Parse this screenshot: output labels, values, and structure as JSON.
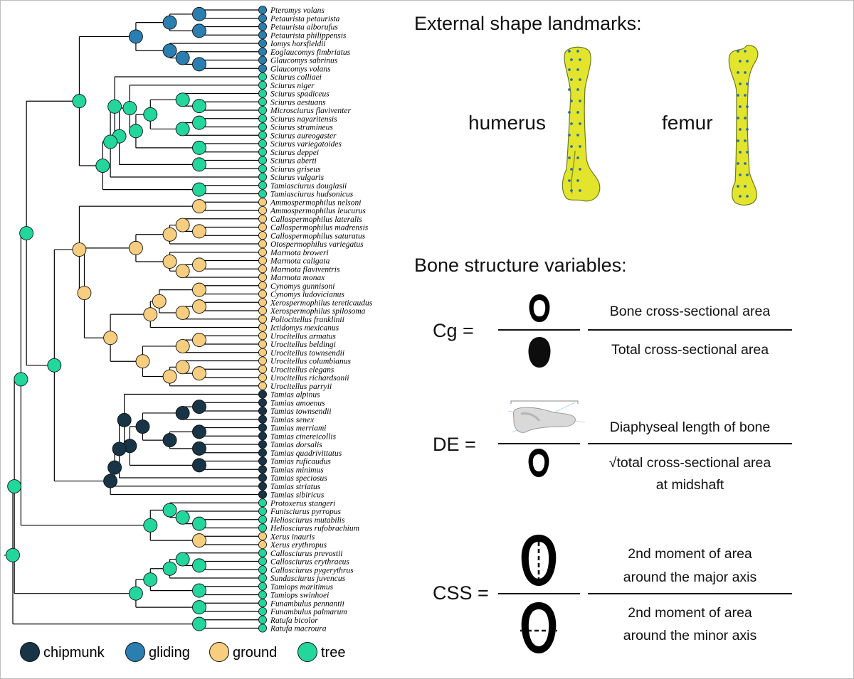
{
  "colors": {
    "chipmunk": "#173547",
    "gliding": "#2a7fb0",
    "ground": "#f7cd7f",
    "tree": "#22d69c",
    "bone": "#e3e52c",
    "landmark": "#2d70a0"
  },
  "legend": [
    {
      "key": "chipmunk",
      "label": "chipmunk"
    },
    {
      "key": "gliding",
      "label": "gliding"
    },
    {
      "key": "ground",
      "label": "ground"
    },
    {
      "key": "tree",
      "label": "tree"
    }
  ],
  "species": [
    {
      "name": "Pteromys volans",
      "cat": "gliding"
    },
    {
      "name": "Petaurista petaurista",
      "cat": "gliding"
    },
    {
      "name": "Petaurista alborufus",
      "cat": "gliding"
    },
    {
      "name": "Petaurista philippensis",
      "cat": "gliding"
    },
    {
      "name": "Iomys horsfieldii",
      "cat": "gliding"
    },
    {
      "name": "Eoglaucomys fimbriatus",
      "cat": "gliding"
    },
    {
      "name": "Glaucomys sabrinus",
      "cat": "gliding"
    },
    {
      "name": "Glaucomys volans",
      "cat": "gliding"
    },
    {
      "name": "Sciurus colliaei",
      "cat": "tree"
    },
    {
      "name": "Sciurus niger",
      "cat": "tree"
    },
    {
      "name": "Sciurus spadiceus",
      "cat": "tree"
    },
    {
      "name": "Sciurus aestuans",
      "cat": "tree"
    },
    {
      "name": "Microsciurus flaviventer",
      "cat": "tree"
    },
    {
      "name": "Sciurus nayaritensis",
      "cat": "tree"
    },
    {
      "name": "Sciurus stramineus",
      "cat": "tree"
    },
    {
      "name": "Sciurus aureogaster",
      "cat": "tree"
    },
    {
      "name": "Sciurus variegatoides",
      "cat": "tree"
    },
    {
      "name": "Sciurus deppei",
      "cat": "tree"
    },
    {
      "name": "Sciurus aberti",
      "cat": "tree"
    },
    {
      "name": "Sciurus griseus",
      "cat": "tree"
    },
    {
      "name": "Sciurus vulgaris",
      "cat": "tree"
    },
    {
      "name": "Tamiasciurus douglasii",
      "cat": "tree"
    },
    {
      "name": "Tamiasciurus hudsonicus",
      "cat": "tree"
    },
    {
      "name": "Ammospermophilus nelsoni",
      "cat": "ground"
    },
    {
      "name": "Ammospermophilus leucurus",
      "cat": "ground"
    },
    {
      "name": "Callospermophilus lateralis",
      "cat": "ground"
    },
    {
      "name": "Callospermophilus madrensis",
      "cat": "ground"
    },
    {
      "name": "Callospermophilus saturatus",
      "cat": "ground"
    },
    {
      "name": "Otospermophilus variegatus",
      "cat": "ground"
    },
    {
      "name": "Marmota broweri",
      "cat": "ground"
    },
    {
      "name": "Marmota caligata",
      "cat": "ground"
    },
    {
      "name": "Marmota flaviventris",
      "cat": "ground"
    },
    {
      "name": "Marmota monax",
      "cat": "ground"
    },
    {
      "name": "Cynomys gunnisoni",
      "cat": "ground"
    },
    {
      "name": "Cynomys ludovicianus",
      "cat": "ground"
    },
    {
      "name": "Xerospermophilus tereticaudus",
      "cat": "ground"
    },
    {
      "name": "Xerospermophilus spilosoma",
      "cat": "ground"
    },
    {
      "name": "Poliocitellus franklinii",
      "cat": "ground"
    },
    {
      "name": "Ictidomys mexicanus",
      "cat": "ground"
    },
    {
      "name": "Urocitellus armatus",
      "cat": "ground"
    },
    {
      "name": "Urocitellus beldingi",
      "cat": "ground"
    },
    {
      "name": "Urocitellus townsendii",
      "cat": "ground"
    },
    {
      "name": "Urocitellus columbianus",
      "cat": "ground"
    },
    {
      "name": "Urocitellus elegans",
      "cat": "ground"
    },
    {
      "name": "Urocitellus richardsonii",
      "cat": "ground"
    },
    {
      "name": "Urocitellus parryii",
      "cat": "ground"
    },
    {
      "name": "Tamias alpinus",
      "cat": "chipmunk"
    },
    {
      "name": "Tamias amoenus",
      "cat": "chipmunk"
    },
    {
      "name": "Tamias townsendii",
      "cat": "chipmunk"
    },
    {
      "name": "Tamias senex",
      "cat": "chipmunk"
    },
    {
      "name": "Tamias merriami",
      "cat": "chipmunk"
    },
    {
      "name": "Tamias cinereicollis",
      "cat": "chipmunk"
    },
    {
      "name": "Tamias dorsalis",
      "cat": "chipmunk"
    },
    {
      "name": "Tamias quadrivittatus",
      "cat": "chipmunk"
    },
    {
      "name": "Tamias ruficaudus",
      "cat": "chipmunk"
    },
    {
      "name": "Tamias minimus",
      "cat": "chipmunk"
    },
    {
      "name": "Tamias speciosus",
      "cat": "chipmunk"
    },
    {
      "name": "Tamias striatus",
      "cat": "chipmunk"
    },
    {
      "name": "Tamias sibiricus",
      "cat": "chipmunk"
    },
    {
      "name": "Protoxerus stangeri",
      "cat": "tree"
    },
    {
      "name": "Funisciurus pyrropus",
      "cat": "tree"
    },
    {
      "name": "Heliosciurus mutabilis",
      "cat": "tree"
    },
    {
      "name": "Heliosciurus rufobrachium",
      "cat": "tree"
    },
    {
      "name": "Xerus inauris",
      "cat": "ground"
    },
    {
      "name": "Xerus erythropus",
      "cat": "ground"
    },
    {
      "name": "Callosciurus prevostii",
      "cat": "tree"
    },
    {
      "name": "Callosciurus erythraeus",
      "cat": "tree"
    },
    {
      "name": "Callosciurus pygerythrus",
      "cat": "tree"
    },
    {
      "name": "Sundasciurus juvencus",
      "cat": "tree"
    },
    {
      "name": "Tamiops maritimus",
      "cat": "tree"
    },
    {
      "name": "Tamiops swinhoei",
      "cat": "tree"
    },
    {
      "name": "Funambulus pennantii",
      "cat": "tree"
    },
    {
      "name": "Funambulus palmarum",
      "cat": "tree"
    },
    {
      "name": "Ratufa bicolor",
      "cat": "tree"
    },
    {
      "name": "Ratufa macroura",
      "cat": "tree"
    }
  ],
  "tree": {
    "nodes": [
      {
        "id": "n1",
        "children": [
          0,
          1
        ],
        "cat": "gliding"
      },
      {
        "id": "n2",
        "children": [
          2,
          3
        ],
        "cat": "gliding"
      },
      {
        "id": "n3",
        "children": [
          "n1",
          "n2"
        ],
        "cat": "gliding"
      },
      {
        "id": "n4",
        "children": [
          6,
          7
        ],
        "cat": "gliding"
      },
      {
        "id": "n5",
        "children": [
          5,
          "n4"
        ],
        "cat": "gliding"
      },
      {
        "id": "n6",
        "children": [
          4,
          "n5"
        ],
        "cat": "gliding"
      },
      {
        "id": "n7",
        "children": [
          "n3",
          "n6"
        ],
        "cat": "gliding"
      },
      {
        "id": "s1",
        "children": [
          11,
          12
        ],
        "cat": "tree"
      },
      {
        "id": "s2",
        "children": [
          10,
          "s1"
        ],
        "cat": "tree"
      },
      {
        "id": "s3",
        "children": [
          13,
          14
        ],
        "cat": "tree"
      },
      {
        "id": "s4",
        "children": [
          "s3",
          15
        ],
        "cat": "tree"
      },
      {
        "id": "s5",
        "children": [
          "s2",
          "s4"
        ],
        "cat": "tree"
      },
      {
        "id": "s6",
        "children": [
          16,
          17
        ],
        "cat": "tree"
      },
      {
        "id": "s7",
        "children": [
          "s5",
          "s6"
        ],
        "cat": "tree"
      },
      {
        "id": "s8",
        "children": [
          9,
          "s7"
        ],
        "cat": "tree"
      },
      {
        "id": "s9",
        "children": [
          18,
          19
        ],
        "cat": "tree"
      },
      {
        "id": "s10",
        "children": [
          "s8",
          "s9"
        ],
        "cat": "tree"
      },
      {
        "id": "s11",
        "children": [
          8,
          "s10"
        ],
        "cat": "tree"
      },
      {
        "id": "s12",
        "children": [
          "s11",
          20
        ],
        "cat": "tree"
      },
      {
        "id": "s13",
        "children": [
          21,
          22
        ],
        "cat": "tree"
      },
      {
        "id": "s14",
        "children": [
          "s12",
          "s13"
        ],
        "cat": "tree"
      },
      {
        "id": "n8",
        "children": [
          "n7",
          "s14"
        ],
        "cat": "tree"
      },
      {
        "id": "g1",
        "children": [
          23,
          24
        ],
        "cat": "ground"
      },
      {
        "id": "g2",
        "children": [
          26,
          27
        ],
        "cat": "ground"
      },
      {
        "id": "g3",
        "children": [
          25,
          "g2"
        ],
        "cat": "ground"
      },
      {
        "id": "g4",
        "children": [
          "g3",
          28
        ],
        "cat": "ground"
      },
      {
        "id": "g5",
        "children": [
          30,
          31
        ],
        "cat": "ground"
      },
      {
        "id": "g6",
        "children": [
          "g5",
          32
        ],
        "cat": "ground"
      },
      {
        "id": "g7",
        "children": [
          29,
          "g6"
        ],
        "cat": "ground"
      },
      {
        "id": "g8",
        "children": [
          "g4",
          "g7"
        ],
        "cat": "ground"
      },
      {
        "id": "g9",
        "children": [
          33,
          34
        ],
        "cat": "ground"
      },
      {
        "id": "g10",
        "children": [
          35,
          36
        ],
        "cat": "ground"
      },
      {
        "id": "g11",
        "children": [
          "g10",
          37
        ],
        "cat": "ground"
      },
      {
        "id": "g12",
        "children": [
          "g9",
          "g11"
        ],
        "cat": "ground"
      },
      {
        "id": "g13",
        "children": [
          "g12",
          38
        ],
        "cat": "ground"
      },
      {
        "id": "g14",
        "children": [
          39,
          40
        ],
        "cat": "ground"
      },
      {
        "id": "g15",
        "children": [
          "g14",
          41
        ],
        "cat": "ground"
      },
      {
        "id": "g16",
        "children": [
          43,
          44
        ],
        "cat": "ground"
      },
      {
        "id": "g17",
        "children": [
          42,
          "g16"
        ],
        "cat": "ground"
      },
      {
        "id": "g18",
        "children": [
          "g17",
          45
        ],
        "cat": "ground"
      },
      {
        "id": "g19",
        "children": [
          "g15",
          "g18"
        ],
        "cat": "ground"
      },
      {
        "id": "g20",
        "children": [
          "g13",
          "g19"
        ],
        "cat": "ground"
      },
      {
        "id": "g21",
        "children": [
          "g8",
          "g20"
        ],
        "cat": "ground"
      },
      {
        "id": "g22",
        "children": [
          "g1",
          "g21"
        ],
        "cat": "ground"
      },
      {
        "id": "c1",
        "children": [
          47,
          48
        ],
        "cat": "chipmunk"
      },
      {
        "id": "c2",
        "children": [
          49,
          "c1"
        ],
        "cat": "chipmunk"
      },
      {
        "id": "c3",
        "children": [
          50,
          51
        ],
        "cat": "chipmunk"
      },
      {
        "id": "c4",
        "children": [
          52,
          53
        ],
        "cat": "chipmunk"
      },
      {
        "id": "c5",
        "children": [
          "c3",
          "c4"
        ],
        "cat": "chipmunk"
      },
      {
        "id": "c6",
        "children": [
          "c2",
          "c5"
        ],
        "cat": "chipmunk"
      },
      {
        "id": "c7",
        "children": [
          54,
          55
        ],
        "cat": "chipmunk"
      },
      {
        "id": "c8",
        "children": [
          "c6",
          "c7"
        ],
        "cat": "chipmunk"
      },
      {
        "id": "c9",
        "children": [
          46,
          "c8"
        ],
        "cat": "chipmunk"
      },
      {
        "id": "c10",
        "children": [
          "c9",
          56
        ],
        "cat": "chipmunk"
      },
      {
        "id": "c11",
        "children": [
          "c10",
          57
        ],
        "cat": "chipmunk"
      },
      {
        "id": "c12",
        "children": [
          "c11",
          58
        ],
        "cat": "chipmunk"
      },
      {
        "id": "m1",
        "children": [
          "g22",
          "c12"
        ],
        "cat": "tree"
      },
      {
        "id": "m2",
        "children": [
          "n8",
          "m1"
        ],
        "cat": "tree"
      },
      {
        "id": "a1",
        "children": [
          61,
          62
        ],
        "cat": "tree"
      },
      {
        "id": "a2",
        "children": [
          60,
          "a1"
        ],
        "cat": "tree"
      },
      {
        "id": "a3",
        "children": [
          59,
          "a2"
        ],
        "cat": "tree"
      },
      {
        "id": "x1",
        "children": [
          63,
          64
        ],
        "cat": "ground"
      },
      {
        "id": "a4",
        "children": [
          "a3",
          "x1"
        ],
        "cat": "tree"
      },
      {
        "id": "m3",
        "children": [
          "m2",
          "a4"
        ],
        "cat": "tree"
      },
      {
        "id": "o1",
        "children": [
          66,
          67
        ],
        "cat": "tree"
      },
      {
        "id": "o2",
        "children": [
          65,
          "o1"
        ],
        "cat": "tree"
      },
      {
        "id": "o3",
        "children": [
          "o2",
          68
        ],
        "cat": "tree"
      },
      {
        "id": "o4",
        "children": [
          69,
          70
        ],
        "cat": "tree"
      },
      {
        "id": "o5",
        "children": [
          "o3",
          "o4"
        ],
        "cat": "tree"
      },
      {
        "id": "o6",
        "children": [
          71,
          72
        ],
        "cat": "tree"
      },
      {
        "id": "o7",
        "children": [
          "o5",
          "o6"
        ],
        "cat": "tree"
      },
      {
        "id": "m4",
        "children": [
          "m3",
          "o7"
        ],
        "cat": "tree"
      },
      {
        "id": "r1",
        "children": [
          73,
          74
        ],
        "cat": "tree"
      },
      {
        "id": "root",
        "children": [
          "m4",
          "r1"
        ],
        "cat": "tree"
      }
    ],
    "root": "root"
  },
  "landmarks": {
    "title": "External shape landmarks:",
    "humerus": "humerus",
    "femur": "femur"
  },
  "variables": {
    "title": "Bone structure variables:",
    "cg": {
      "label": "Cg =",
      "numerator": "Bone cross-sectional area",
      "denominator": "Total cross-sectional area"
    },
    "de": {
      "label": "DE =",
      "numerator": "Diaphyseal length of bone",
      "denominator_line1": "√total cross-sectional area",
      "denominator_line2": "at midshaft"
    },
    "css": {
      "label": "CSS =",
      "numerator_line1": "2nd moment of area",
      "numerator_line2": "around the major axis",
      "denominator_line1": "2nd moment of area",
      "denominator_line2": "around the minor axis"
    }
  }
}
